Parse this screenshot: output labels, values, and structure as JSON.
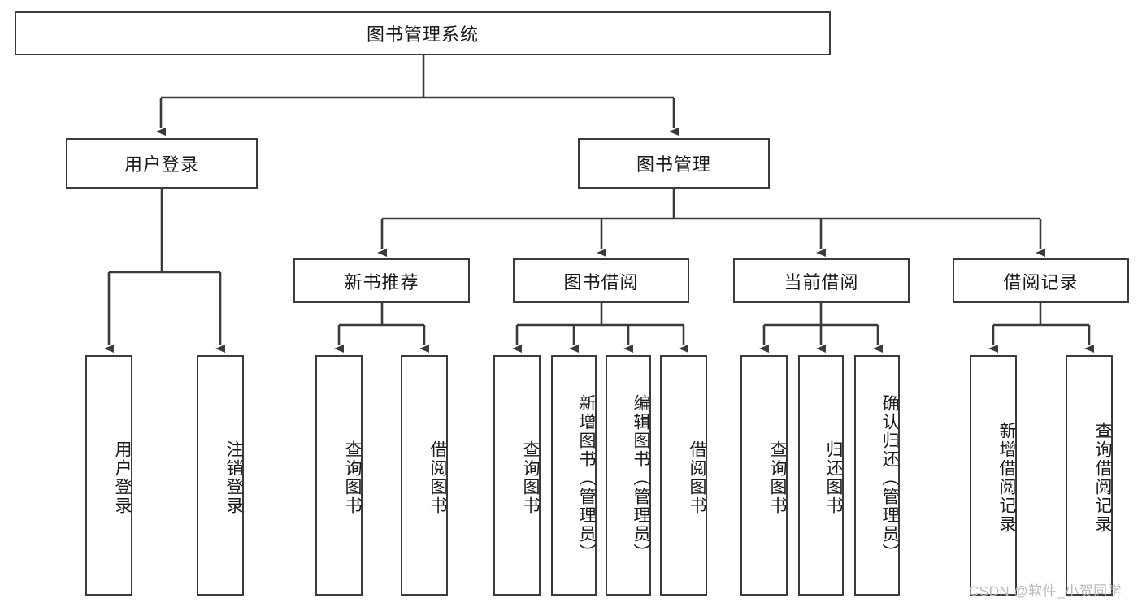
{
  "diagram": {
    "type": "tree-hierarchy",
    "title": "图书管理系统",
    "nodes": {
      "root": {
        "label": "图书管理系统",
        "level": 0
      },
      "user_login": {
        "label": "用户登录",
        "level": 1
      },
      "book_mgmt": {
        "label": "图书管理",
        "level": 1
      },
      "new_book_rec": {
        "label": "新书推荐",
        "level": 2
      },
      "book_borrow": {
        "label": "图书借阅",
        "level": 2
      },
      "current_borrow": {
        "label": "当前借阅",
        "level": 2
      },
      "borrow_record": {
        "label": "借阅记录",
        "level": 2
      },
      "leaf_user_login": {
        "label": "用户登录",
        "level": 3
      },
      "leaf_logout": {
        "label": "注销登录",
        "level": 3
      },
      "leaf_query_book_1": {
        "label": "查询图书",
        "level": 3
      },
      "leaf_borrow_book_1": {
        "label": "借阅图书",
        "level": 3
      },
      "leaf_query_book_2": {
        "label": "查询图书",
        "level": 3
      },
      "leaf_add_book": {
        "label": "新增图书（管理员）",
        "level": 3
      },
      "leaf_edit_book": {
        "label": "编辑图书（管理员）",
        "level": 3
      },
      "leaf_borrow_book_2": {
        "label": "借阅图书",
        "level": 3
      },
      "leaf_query_book_3": {
        "label": "查询图书",
        "level": 3
      },
      "leaf_return_book": {
        "label": "归还图书",
        "level": 3
      },
      "leaf_confirm_return": {
        "label": "确认归还（管理员）",
        "level": 3
      },
      "leaf_add_record": {
        "label": "新增借阅记录",
        "level": 3
      },
      "leaf_query_record": {
        "label": "查询借阅记录",
        "level": 3
      }
    },
    "edges": [
      {
        "from": "root",
        "to": "user_login"
      },
      {
        "from": "root",
        "to": "book_mgmt"
      },
      {
        "from": "book_mgmt",
        "to": "new_book_rec"
      },
      {
        "from": "book_mgmt",
        "to": "book_borrow"
      },
      {
        "from": "book_mgmt",
        "to": "current_borrow"
      },
      {
        "from": "book_mgmt",
        "to": "borrow_record"
      },
      {
        "from": "user_login",
        "to": "leaf_user_login"
      },
      {
        "from": "user_login",
        "to": "leaf_logout"
      },
      {
        "from": "new_book_rec",
        "to": "leaf_query_book_1"
      },
      {
        "from": "new_book_rec",
        "to": "leaf_borrow_book_1"
      },
      {
        "from": "book_borrow",
        "to": "leaf_query_book_2"
      },
      {
        "from": "book_borrow",
        "to": "leaf_add_book"
      },
      {
        "from": "book_borrow",
        "to": "leaf_edit_book"
      },
      {
        "from": "book_borrow",
        "to": "leaf_borrow_book_2"
      },
      {
        "from": "current_borrow",
        "to": "leaf_query_book_3"
      },
      {
        "from": "current_borrow",
        "to": "leaf_return_book"
      },
      {
        "from": "current_borrow",
        "to": "leaf_confirm_return"
      },
      {
        "from": "borrow_record",
        "to": "leaf_add_record"
      },
      {
        "from": "borrow_record",
        "to": "leaf_query_record"
      }
    ]
  },
  "colors": {
    "stroke": "#3b3b3b",
    "fill": "#ffffff",
    "text": "#1a1a1a",
    "watermark": "#b9b9b9"
  },
  "watermark": {
    "text": "CSDN @软件_小贺同学"
  }
}
